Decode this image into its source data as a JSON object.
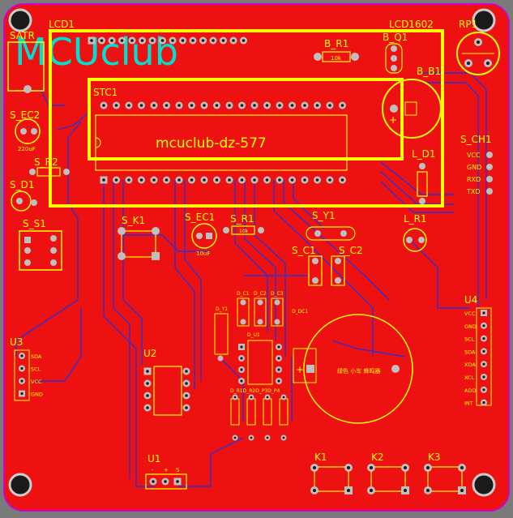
{
  "board": {
    "logo": "MCUclub",
    "model_text": "mcuclub-dz-577",
    "colors": {
      "background": "#7a7a7a",
      "board": "#ee1111",
      "silk": "#ffff00",
      "logo": "#00e0d0",
      "trace": "#3030d0",
      "pad": "#bfbfbf",
      "hole": "#1a1a1a"
    }
  },
  "labels": {
    "lcd1": "LCD1",
    "lcd1602": "LCD1602",
    "rp1": "RP1",
    "satr": "SATR",
    "b_r1": "B_R1",
    "b_q1": "B_Q1",
    "b_b1": "B_B1",
    "stc1": "STC1",
    "s_ec2": "S_EC2",
    "s_ec2_val": "220uF",
    "s_r2": "S_R2",
    "s_d1": "S_D1",
    "s_s1": "S_S1",
    "s_ch1": "S_CH1",
    "l_d1": "L_D1",
    "l_r1": "L_R1",
    "s_k1": "S_K1",
    "s_ec1": "S_EC1",
    "s_ec1_val": "10uF",
    "s_r1": "S_R1",
    "s_y1": "S_Y1",
    "s_c1": "S_C1",
    "s_c2": "S_C2",
    "u3": "U3",
    "u2": "U2",
    "u4": "U4",
    "u1": "U1",
    "k1": "K1",
    "k2": "K2",
    "k3": "K3",
    "d_c1": "D_C1",
    "d_c2": "D_C2",
    "d_c3": "D_C3",
    "d_dc1": "D_DC1",
    "d_y1": "D_Y1",
    "d_u1": "D_U1",
    "d_r_row": "D_R1D_R2D_P3D_P4",
    "buzzer_text": "绿色  小车  蜂鸣器",
    "r10k_a": "10k",
    "r10k_b": "10k"
  },
  "ch1_pins": [
    "VCC",
    "GND",
    "RXD",
    "TXD"
  ],
  "u3_pins": [
    "SDA",
    "SCL",
    "VCC",
    "GND"
  ],
  "u4_pins": [
    "VCC",
    "GND",
    "SCL",
    "SDA",
    "XDA",
    "XCL",
    "ADD",
    "INT"
  ],
  "u1_pins": [
    "-",
    "+",
    "S"
  ]
}
